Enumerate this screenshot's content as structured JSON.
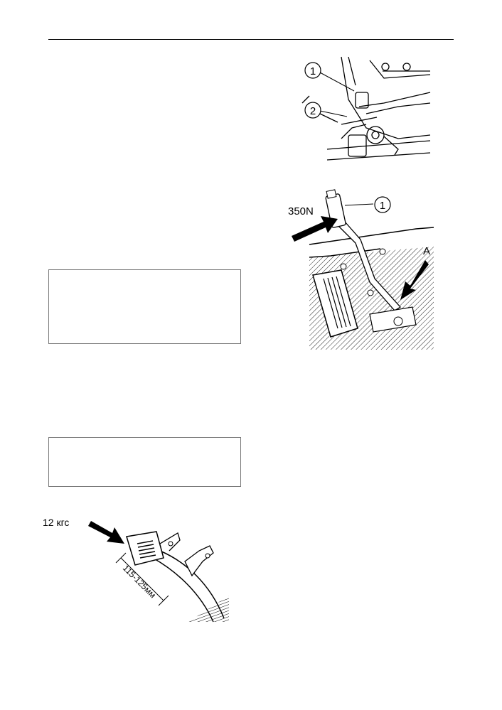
{
  "header": {
    "rule": true
  },
  "figure_top_right": {
    "callouts": [
      "1",
      "2"
    ]
  },
  "figure_parking_brake": {
    "force_label": "350N",
    "callout": "1",
    "arrow_label": "A"
  },
  "figure_pedal": {
    "force_label": "12 кгс",
    "dimension_label": "115-125мм"
  },
  "colors": {
    "ink": "#000000",
    "frame": "#777777"
  }
}
